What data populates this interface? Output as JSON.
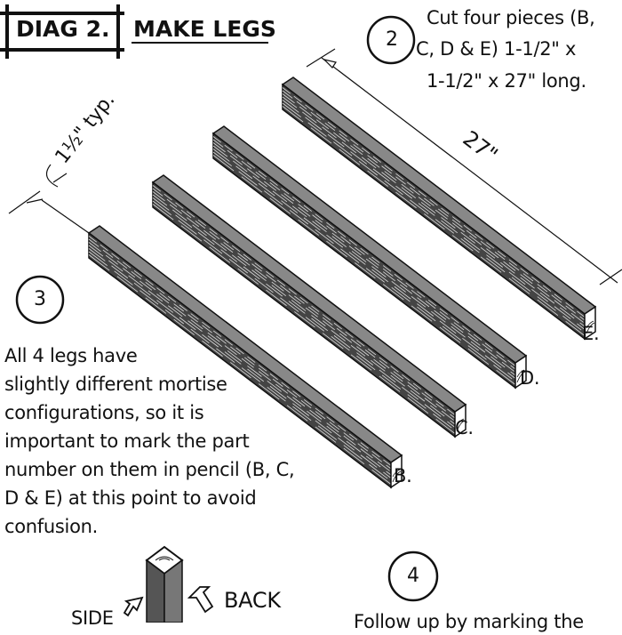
{
  "header": {
    "diag_label": "DIAG 2.",
    "title": "MAKE LEGS"
  },
  "step2": {
    "number": "2",
    "lines": [
      "Cut four pieces (B,",
      "C, D & E) 1-1/2\" x",
      "1-1/2\" x 27\" long."
    ]
  },
  "dimensions": {
    "length": "27\"",
    "thickness": "1½\" typ."
  },
  "parts": [
    "B.",
    "C.",
    "D.",
    "E."
  ],
  "step3": {
    "number": "3",
    "lines": [
      "All 4 legs have",
      "slightly different mortise",
      "configurations, so it is",
      "important to mark the part",
      "number on them in pencil (B, C,",
      "D & E) at this point to avoid",
      "confusion."
    ]
  },
  "orientation": {
    "side": "SIDE",
    "back": "BACK"
  },
  "step4": {
    "number": "4",
    "line": "Follow up by marking the"
  }
}
